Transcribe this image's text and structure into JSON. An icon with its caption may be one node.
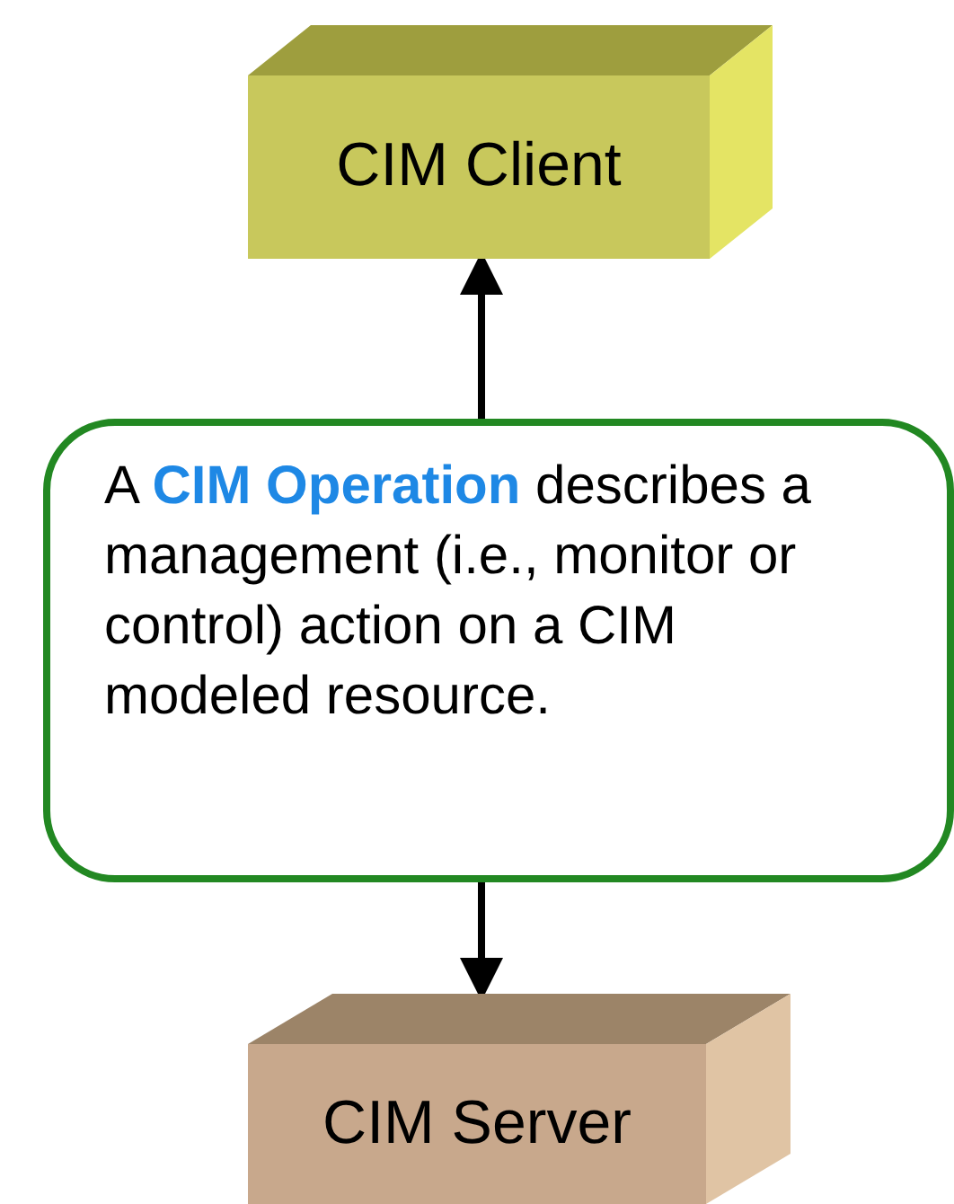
{
  "diagram": {
    "nodes": [
      {
        "text": [
          "CIM Client"
        ]
      },
      {
        "text": [
          "A **CIM Operation** describes a management (i.e., monitor or control) action on a CIM modeled resource."
        ]
      },
      {
        "text": [
          "CIM Server"
        ]
      }
    ],
    "edges": [
      {
        "from": 1,
        "to": 0,
        "arrow": "to"
      },
      {
        "from": 1,
        "to": 2,
        "arrow": "to"
      }
    ]
  }
}
